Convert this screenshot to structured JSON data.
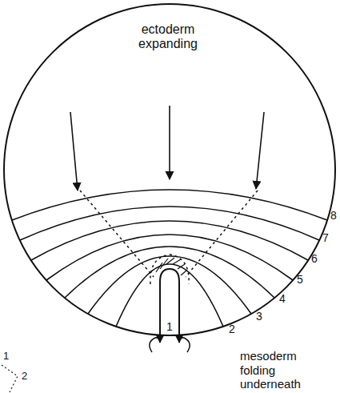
{
  "diagram": {
    "labels": [
      "ectoderm expanding",
      "8",
      "7",
      "6",
      "5",
      "4",
      "3",
      "2",
      "1",
      "mesoderm folding underneath",
      "1",
      "2"
    ]
  }
}
